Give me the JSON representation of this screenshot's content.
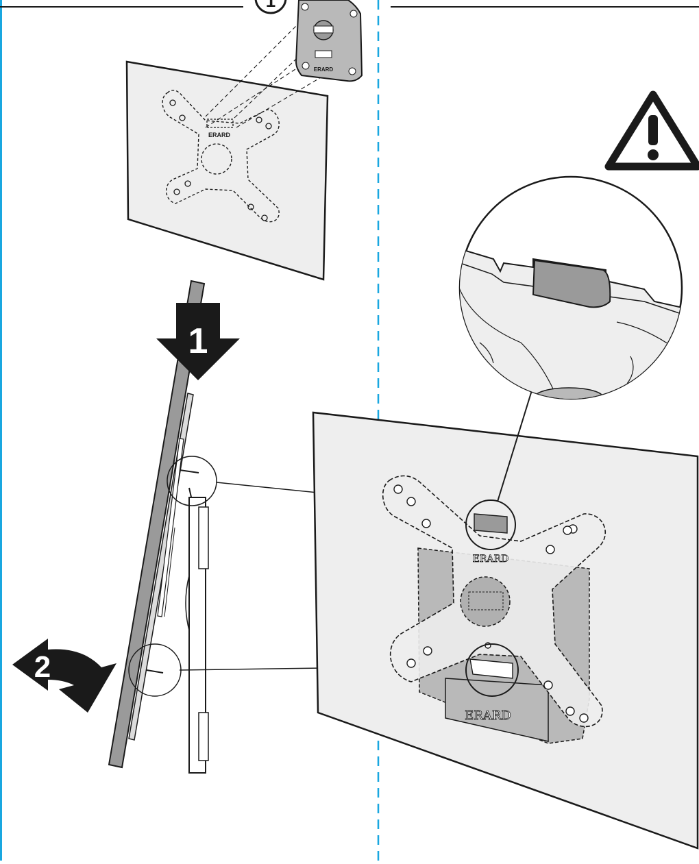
{
  "step_circle_number": "1",
  "arrow_step_1": "1",
  "arrow_step_2": "2",
  "brand_small_plate": "ERARD",
  "brand_bracket": "ERARD",
  "brand_plate_main": "ERARD",
  "brand_bracket_main": "ERARD",
  "colors": {
    "line": "#1a1a1a",
    "panel": "#eeeeee",
    "bracket": "#b9b9b9",
    "bracket_dark": "#9a9a9a",
    "arrow": "#1a1a1a",
    "divider": "#19a7e0",
    "frame_border": "#19a7e0"
  },
  "icons": [
    "warning-icon",
    "arrow-down-icon",
    "curved-arrow-icon",
    "zoom-detail-icon"
  ]
}
